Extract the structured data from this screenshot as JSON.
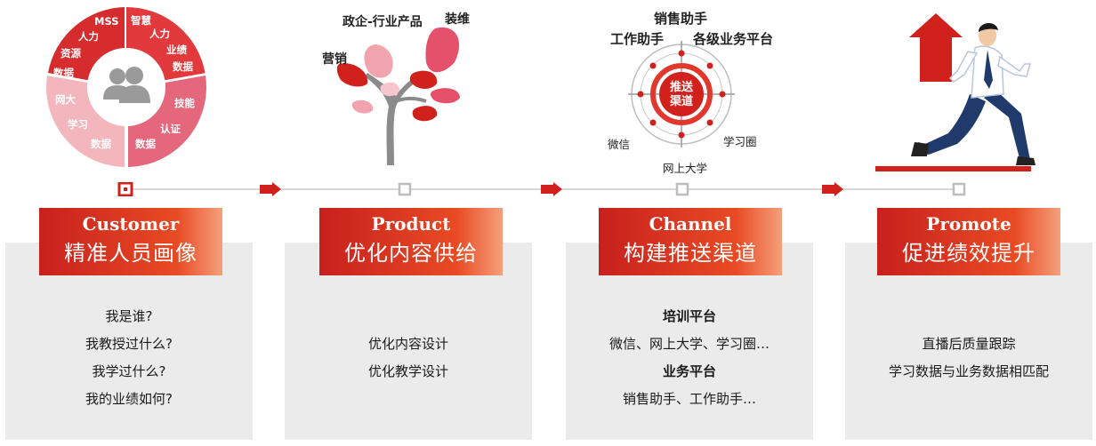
{
  "stage1": {
    "ring_labels": {
      "mss": "MSS",
      "hr_data_1": "人力",
      "hr_data_2": "资源",
      "hr_data_3": "数据",
      "wisdom_1": "智慧",
      "wisdom_2": "人力",
      "perf_1": "业绩",
      "perf_2": "数据",
      "skill_1": "技能",
      "skill_2": "认证",
      "skill_3": "数据",
      "univ_1": "网大",
      "univ_2": "学习",
      "univ_3": "数据"
    },
    "banner_en": "Customer",
    "banner_zh": "精准人员画像",
    "lines": [
      "我是谁?",
      "我教授过什么?",
      "我学过什么?",
      "我的业绩如何?"
    ]
  },
  "stage2": {
    "leaf_labels": {
      "gov": "政企-行业产品",
      "install": "装维",
      "marketing": "营销"
    },
    "banner_en": "Product",
    "banner_zh": "优化内容供给",
    "lines": [
      "优化内容设计",
      "优化教学设计"
    ]
  },
  "stage3": {
    "radar_labels": {
      "sales": "销售助手",
      "work": "工作助手",
      "business": "各级业务平台",
      "center_1": "推送",
      "center_2": "渠道",
      "wechat": "微信",
      "circle": "学习圈",
      "univ": "网上大学"
    },
    "banner_en": "Channel",
    "banner_zh": "构建推送渠道",
    "heading1": "培训平台",
    "line1": "微信、网上大学、学习圈…",
    "heading2": "业务平台",
    "line2": "销售助手、工作助手…"
  },
  "stage4": {
    "banner_en": "Promote",
    "banner_zh": "促进绩效提升",
    "lines": [
      "直播后质量跟踪",
      "学习数据与业务数据相匹配"
    ]
  },
  "colors": {
    "brand_red": "#d0211c",
    "pink": "#f1a4ad",
    "card_gray": "#ebebeb"
  }
}
